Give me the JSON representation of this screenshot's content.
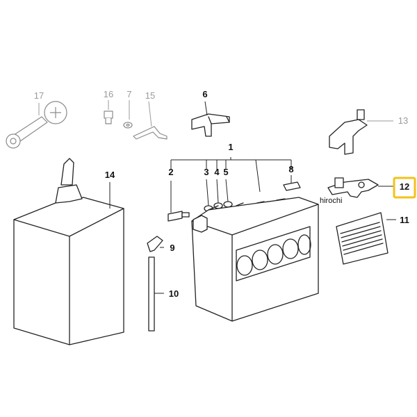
{
  "parts": {
    "p1": "1",
    "p2": "2",
    "p3": "3",
    "p4": "4",
    "p5": "5",
    "p6": "6",
    "p7": "7",
    "p8": "8",
    "p9": "9",
    "p10": "10",
    "p11": "11",
    "p12": "12",
    "p13": "13",
    "p14": "14",
    "p15": "15",
    "p16": "16",
    "p17": "17"
  },
  "highlighted_part": "12",
  "watermark": "hirochi",
  "colors": {
    "highlight": "#f2c21a",
    "line": "#222222",
    "muted": "#9a9a9a"
  }
}
